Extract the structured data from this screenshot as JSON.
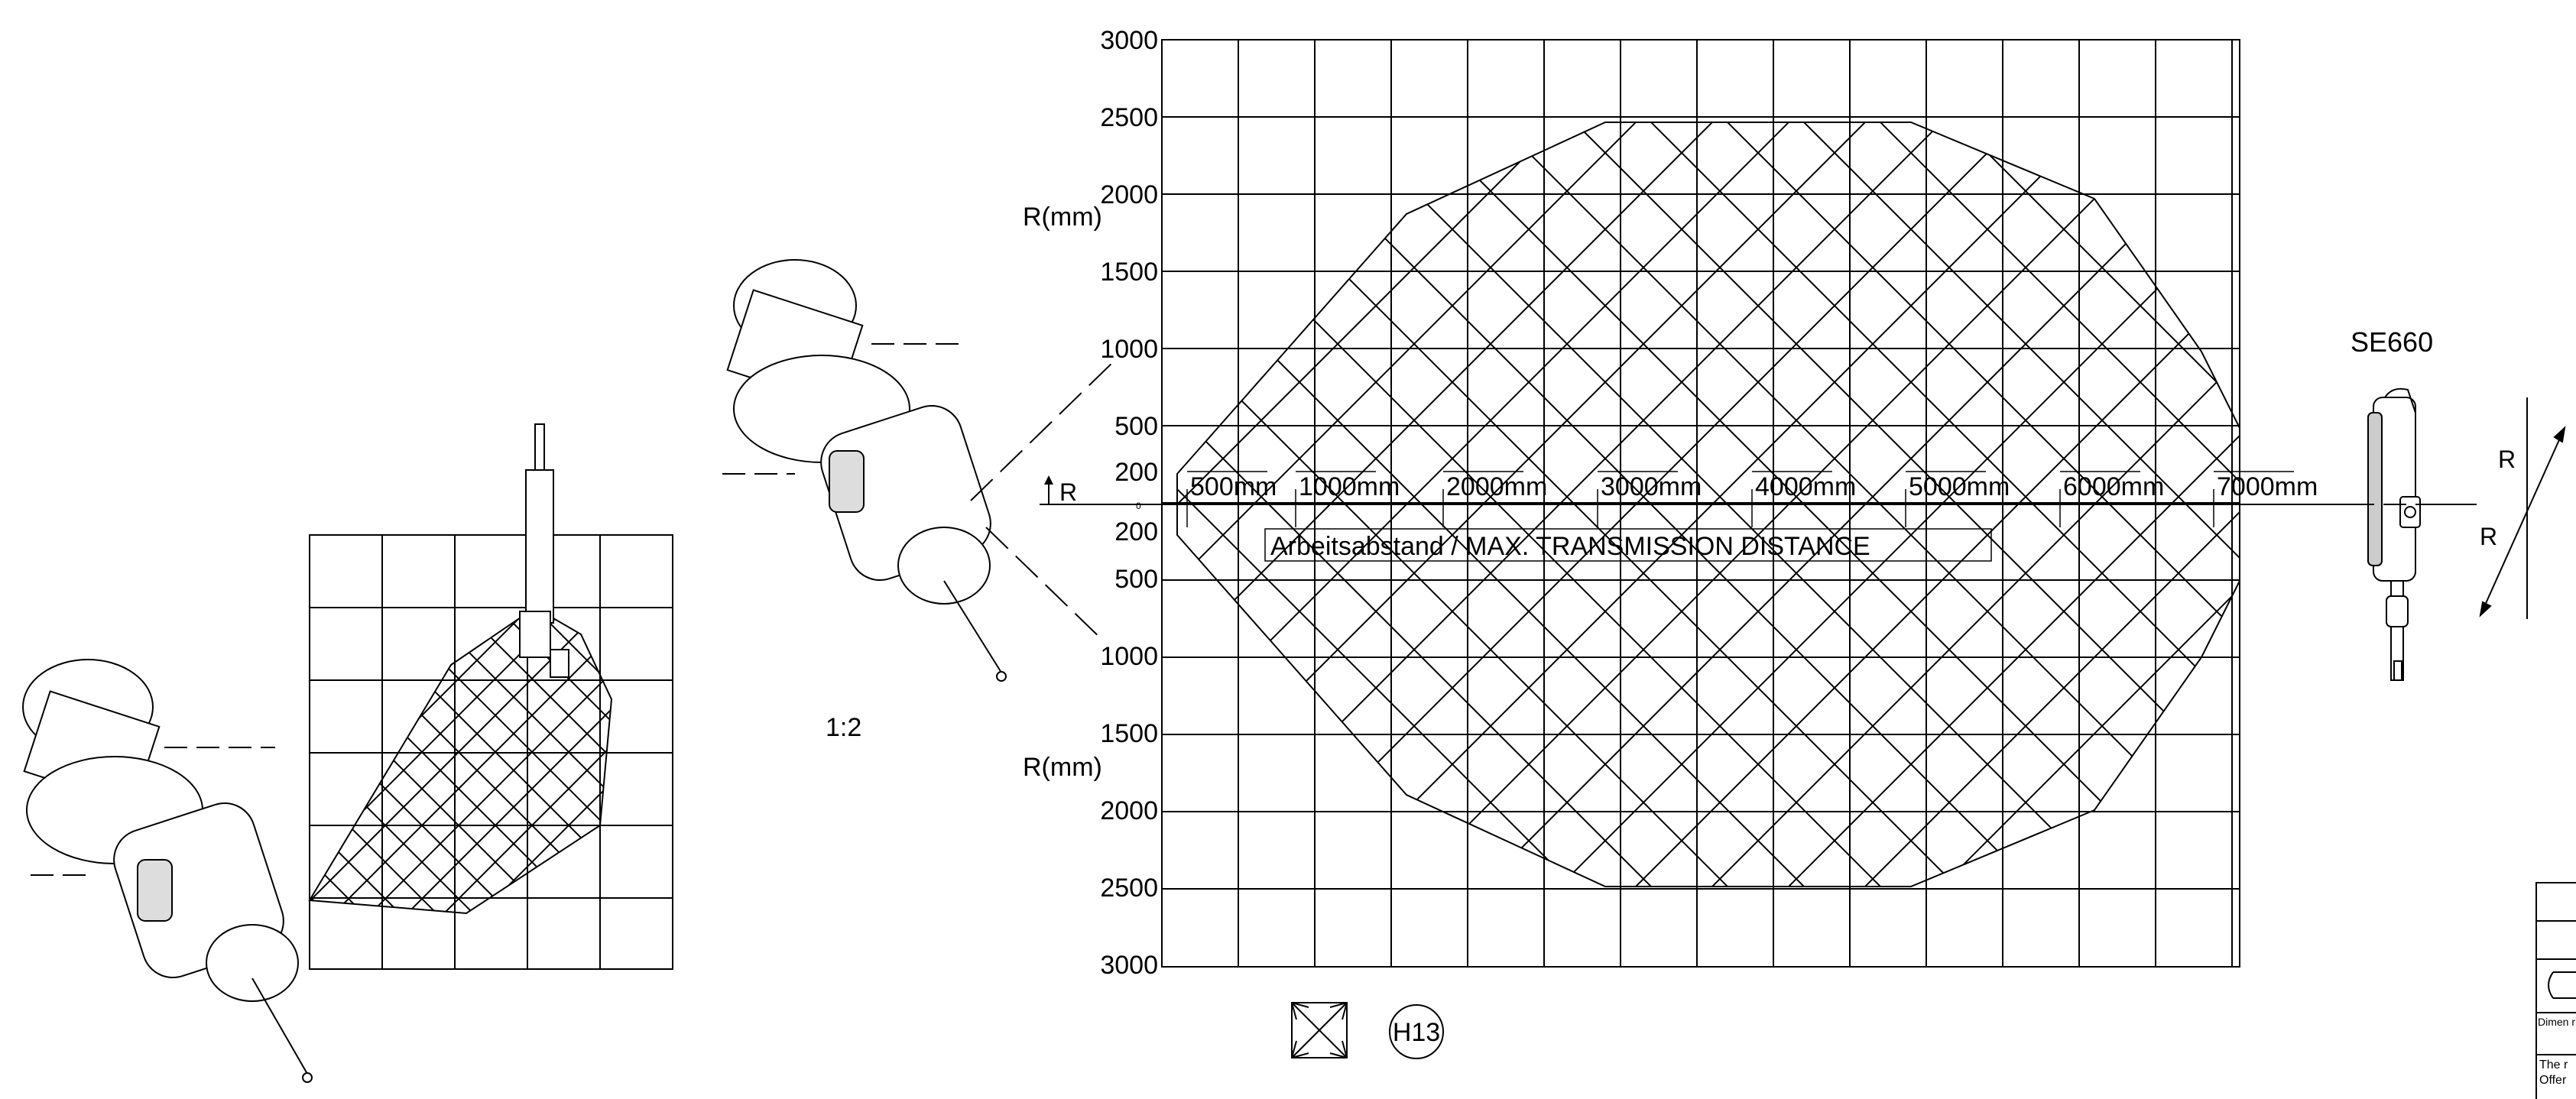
{
  "chart_data": {
    "type": "diagram",
    "title": "",
    "radius_axis_label": "R(mm)",
    "radius_axis_ticks_upper": [
      "3000",
      "2500",
      "2000",
      "1500",
      "1000",
      "500",
      "200"
    ],
    "radius_axis_ticks_lower": [
      "200",
      "500",
      "1000",
      "1500",
      "2000",
      "2500",
      "3000"
    ],
    "zero_label": "0",
    "distance_ticks": [
      "500mm",
      "1000mm",
      "2000mm",
      "3000mm",
      "4000mm",
      "5000mm",
      "6000mm",
      "7000mm"
    ],
    "distance_caption": "Arbeitsabstand / MAX. TRANSMISSION DISTANCE",
    "r_marker": "R",
    "transmission_envelope": [
      {
        "distance_mm": 0,
        "radius_mm": 200
      },
      {
        "distance_mm": 1500,
        "radius_mm": 1900
      },
      {
        "distance_mm": 2800,
        "radius_mm": 2500
      },
      {
        "distance_mm": 4800,
        "radius_mm": 2500
      },
      {
        "distance_mm": 6000,
        "radius_mm": 2000
      },
      {
        "distance_mm": 6700,
        "radius_mm": 1000
      }
    ]
  },
  "scale_label": "1:2",
  "receiver_label": "SE660",
  "receiver_r_labels": [
    "R",
    "R"
  ],
  "tolerance_label": "H13",
  "title_block": {
    "dimension_note": "Dimen\n r",
    "remark_line_1": "The r",
    "remark_line_2": "Offer"
  }
}
